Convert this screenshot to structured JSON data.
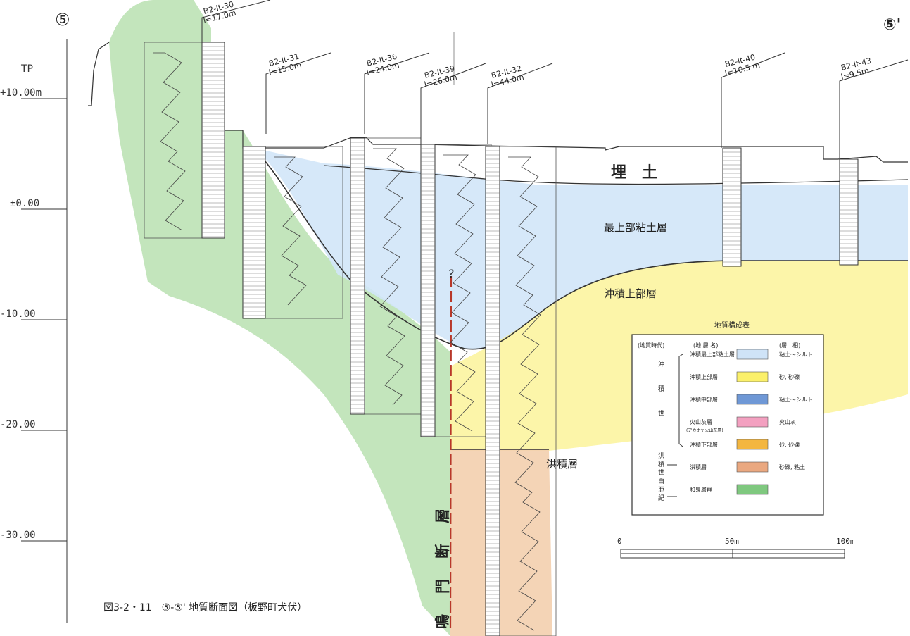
{
  "section": {
    "start_mark": "⑤",
    "end_mark": "⑤'",
    "axis_title": "TP",
    "elevations": [
      "+10.00m",
      "±0.00",
      "-10.00",
      "-20.00",
      "-30.00"
    ],
    "caption": "図3-2・11　⑤-⑤' 地質断面図（板野町犬伏）"
  },
  "boreholes": [
    {
      "id": "B2-It-30",
      "depth": "l=17.0m"
    },
    {
      "id": "B2-It-31",
      "depth": "l=15.0m"
    },
    {
      "id": "B2-It-36",
      "depth": "l=24.0m"
    },
    {
      "id": "B2-It-39",
      "depth": "l=26.0m"
    },
    {
      "id": "B2-It-32",
      "depth": "l=44.0m"
    },
    {
      "id": "B2-It-40",
      "depth": "l=10.5 m"
    },
    {
      "id": "B2-It-43",
      "depth": "l=9.5m"
    }
  ],
  "layer_labels": {
    "fill": "埋　土",
    "top_clay": "最上部粘土層",
    "upper_alluvium": "沖積上部層",
    "diluvium": "洪積層",
    "fault": "鳴　門　断　層",
    "fault_query": "?"
  },
  "legend": {
    "title": "地質構成表",
    "headers": {
      "era": "(地質時代)",
      "name": "(地 層 名)",
      "facies": "(層　相)"
    },
    "eras": {
      "alluvial": "沖\n積\n世",
      "diluvial": "洪\n積\n世",
      "cretaceous": "白\n亜\n紀"
    },
    "rows": [
      {
        "name": "沖積最上部粘土層",
        "facies": "粘土～シルト",
        "color": "#cfe3f7"
      },
      {
        "name": "沖積上部層",
        "facies": "砂, 砂礫",
        "color": "#fbf06a"
      },
      {
        "name": "沖積中部層",
        "facies": "粘土～シルト",
        "color": "#6f98d6"
      },
      {
        "name": "火山灰層",
        "sub": "(アカホヤ火山灰層)",
        "facies": "火山灰",
        "color": "#f3a0c0"
      },
      {
        "name": "沖積下部層",
        "facies": "砂, 砂礫",
        "color": "#f3b640"
      },
      {
        "name": "洪積層",
        "facies": "砂礫, 粘土",
        "color": "#eaa880"
      },
      {
        "name": "和泉層群",
        "facies": "",
        "color": "#7fc87f"
      }
    ]
  },
  "scale": {
    "ticks": [
      "0",
      "50m",
      "100m"
    ]
  }
}
